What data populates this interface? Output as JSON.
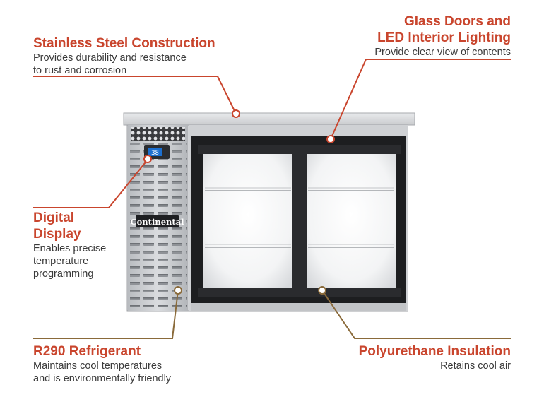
{
  "callouts": {
    "steel": {
      "title": "Stainless Steel Construction",
      "desc_lines": [
        "Provides durability and resistance",
        "to rust and corrosion"
      ]
    },
    "glass": {
      "title_lines": [
        "Glass Doors and",
        "LED Interior Lighting"
      ],
      "desc": "Provide clear view of contents"
    },
    "display": {
      "title_lines": [
        "Digital",
        "Display"
      ],
      "desc_lines": [
        "Enables precise",
        "temperature",
        "programming"
      ]
    },
    "refrigerant": {
      "title": "R290 Refrigerant",
      "desc_lines": [
        "Maintains cool temperatures",
        "and is environmentally friendly"
      ]
    },
    "insulation": {
      "title": "Polyurethane Insulation",
      "desc": "Retains cool air"
    }
  },
  "product": {
    "brand_label": "Continental",
    "display_reading": "38"
  },
  "colors": {
    "accent": "#c9452d",
    "leader_red": "#c9452d",
    "leader_brown": "#8a6a3a",
    "text": "#3a3a3a"
  }
}
